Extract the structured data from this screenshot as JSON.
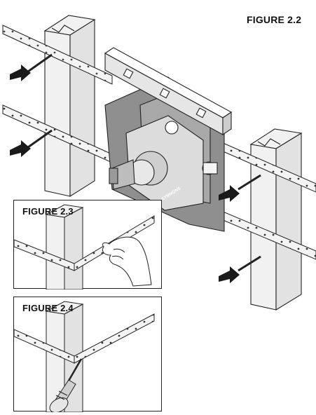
{
  "figures": {
    "main_label": "FIGURE 2.2",
    "inset_1_label": "FIGURE 2.3",
    "inset_2_label": "FIGURE 2.4"
  },
  "valve": {
    "brand_text": "SYMMONS"
  },
  "colors": {
    "line": "#222222",
    "stud_fill": "#f1f1f1",
    "strap_fill": "#f4f4f4",
    "bracket": "#8f8f8f",
    "valve_light": "#dcdcdc",
    "arrow": "#1a1a1a"
  },
  "icons": [
    "screw-icon",
    "arrow-right-icon",
    "hand-icon",
    "screwdriver-icon",
    "level-tool-icon"
  ]
}
